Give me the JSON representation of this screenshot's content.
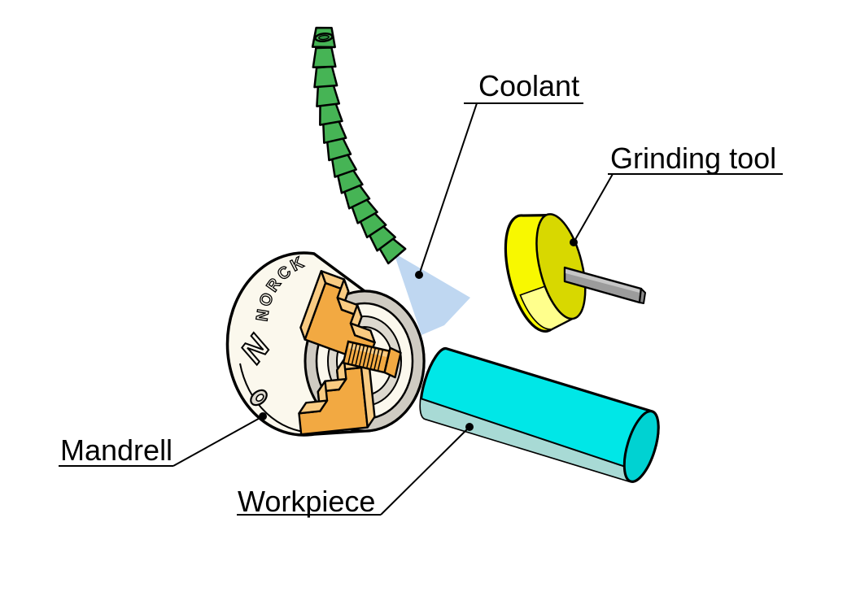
{
  "scene": {
    "labels": {
      "coolant": "Coolant",
      "grinding_tool": "Grinding tool",
      "mandrell": "Mandrell",
      "workpiece": "Workpiece"
    },
    "chuck": {
      "brand": "NORCK",
      "logo": "N"
    },
    "colors": {
      "background": "#ffffff",
      "outline": "#000000",
      "hose_green": "#46b455",
      "hose_green_dark": "#2e8f40",
      "spray_blue": "#bfd7f1",
      "wheel_yellow": "#f8f800",
      "wheel_face_yellow": "#d8d800",
      "wheel_highlight": "#ffff8c",
      "shaft_gray": "#9c9c9c",
      "shaft_gray_light": "#c6c6c6",
      "shaft_gray_dark": "#8a8a8a",
      "workpiece_cyan": "#00e7e7",
      "workpiece_cyan_dark": "#00d2d2",
      "workpiece_shade": "#a8dad5",
      "chuck_ivory": "#fbf8ed",
      "chuck_gray": "#cfcbc2",
      "chuck_gray_light": "#ddd9cf",
      "jaw_orange": "#f2a942",
      "jaw_orange_light": "#f9cb82"
    }
  }
}
